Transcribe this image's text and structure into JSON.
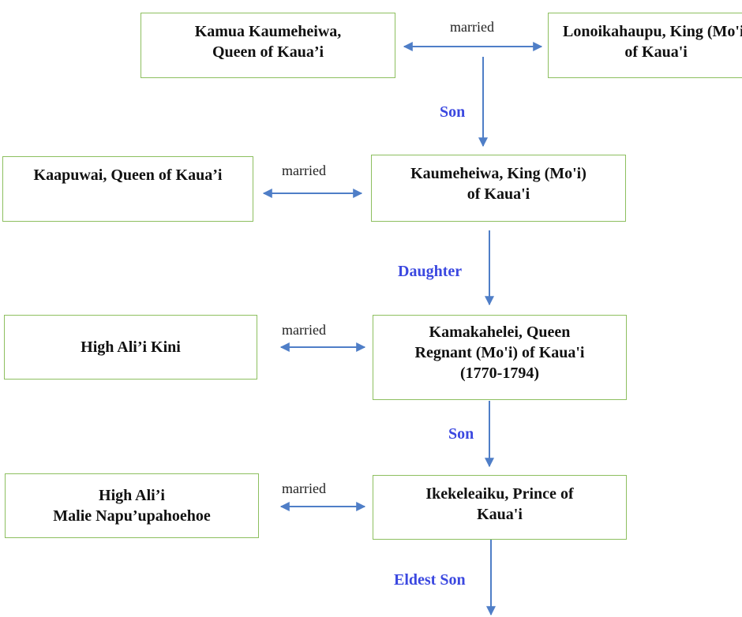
{
  "people": {
    "kamua": "Kamua Kaumeheiwa,\nQueen of Kaua’i",
    "lonoikahaupu": "Lonoikahaupu, King (Mo'i)\nof Kaua'i",
    "kaapuwai": "Kaapuwai, Queen of Kaua’i",
    "kaumeheiwa": "Kaumeheiwa, King (Mo'i)\nof Kaua'i",
    "kini": "High Ali’i Kini",
    "kamakahelei": "Kamakahelei, Queen\nRegnant (Mo'i) of Kaua'i\n(1770-1794)",
    "malie": "High Ali’i\nMalie Napu’upahoehoe",
    "ikekeleaiku": "Ikekeleaiku, Prince of\nKaua'i"
  },
  "marriages": {
    "m1": "married",
    "m2": "married",
    "m3": "married",
    "m4": "married"
  },
  "relations": {
    "r1": "Son",
    "r2": "Daughter",
    "r3": "Son",
    "r4": "Eldest Son"
  },
  "colors": {
    "box_border": "#8dbf5f",
    "arrow": "#4f7ec7",
    "relation_text": "#3b48e0"
  }
}
